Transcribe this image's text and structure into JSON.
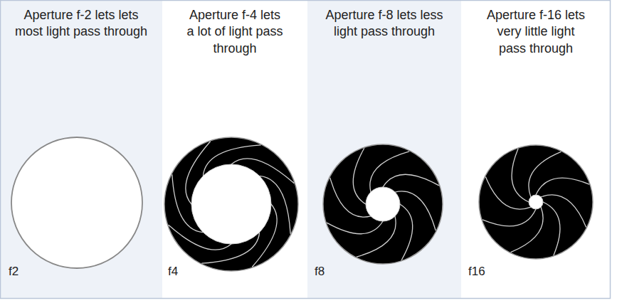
{
  "diagram": {
    "nodes": [
      {
        "text": [
          "Aperture f-2 lets lets most light pass through",
          "f2"
        ]
      },
      {
        "text": [
          "Aperture f-4 lets a lot of light pass through",
          "f4"
        ]
      },
      {
        "text": [
          "Aperture f-8 lets less light pass through",
          "f8"
        ]
      },
      {
        "text": [
          "Aperture f-16 lets very little light pass through",
          "f16"
        ]
      }
    ]
  }
}
